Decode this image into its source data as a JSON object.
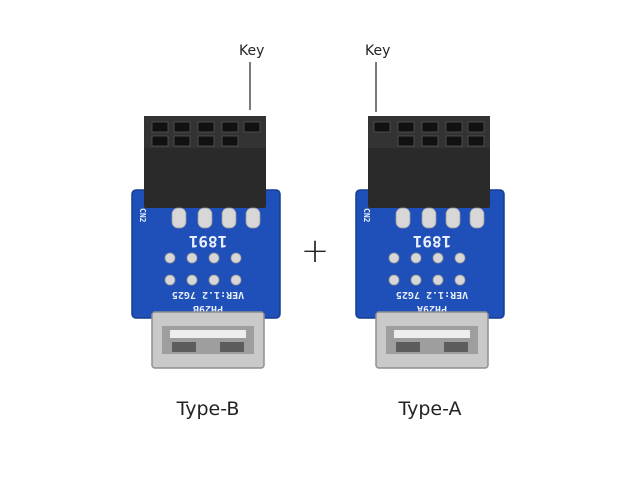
{
  "callouts": {
    "left_key": "Key",
    "right_key": "Key"
  },
  "separator": "+",
  "adapters": [
    {
      "caption": "Type-B",
      "pcb": {
        "model": "PH29B",
        "version": "VER:1.2 7G25",
        "connector_label": "CN2",
        "silk_mark": "1891"
      }
    },
    {
      "caption": "Type-A",
      "pcb": {
        "model": "PH29A",
        "version": "VER:1.2 7G25",
        "connector_label": "CN2",
        "silk_mark": "1891"
      }
    }
  ],
  "colors": {
    "pcb_blue": "#1f4fb8",
    "header_black": "#2a2a2a",
    "usb_metal": "#c9c9c9",
    "pad_silver": "#d7d7d7"
  }
}
